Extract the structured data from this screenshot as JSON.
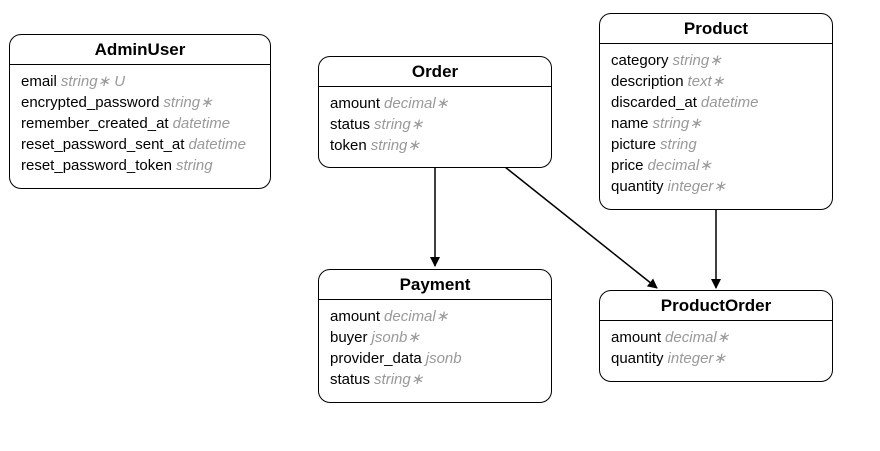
{
  "colors": {
    "line": "#000000",
    "type_text": "#999999",
    "background": "#ffffff"
  },
  "entities": {
    "adminuser": {
      "name": "AdminUser",
      "attributes": [
        {
          "name": "email",
          "type": "string∗ U"
        },
        {
          "name": "encrypted_password",
          "type": "string∗"
        },
        {
          "name": "remember_created_at",
          "type": "datetime"
        },
        {
          "name": "reset_password_sent_at",
          "type": "datetime"
        },
        {
          "name": "reset_password_token",
          "type": "string"
        }
      ]
    },
    "order": {
      "name": "Order",
      "attributes": [
        {
          "name": "amount",
          "type": "decimal∗"
        },
        {
          "name": "status",
          "type": "string∗"
        },
        {
          "name": "token",
          "type": "string∗"
        }
      ]
    },
    "product": {
      "name": "Product",
      "attributes": [
        {
          "name": "category",
          "type": "string∗"
        },
        {
          "name": "description",
          "type": "text∗"
        },
        {
          "name": "discarded_at",
          "type": "datetime"
        },
        {
          "name": "name",
          "type": "string∗"
        },
        {
          "name": "picture",
          "type": "string"
        },
        {
          "name": "price",
          "type": "decimal∗"
        },
        {
          "name": "quantity",
          "type": "integer∗"
        }
      ]
    },
    "payment": {
      "name": "Payment",
      "attributes": [
        {
          "name": "amount",
          "type": "decimal∗"
        },
        {
          "name": "buyer",
          "type": "jsonb∗"
        },
        {
          "name": "provider_data",
          "type": "jsonb"
        },
        {
          "name": "status",
          "type": "string∗"
        }
      ]
    },
    "productorder": {
      "name": "ProductOrder",
      "attributes": [
        {
          "name": "amount",
          "type": "decimal∗"
        },
        {
          "name": "quantity",
          "type": "integer∗"
        }
      ]
    }
  },
  "relationships": [
    {
      "from": "Order",
      "to": "Payment"
    },
    {
      "from": "Order",
      "to": "ProductOrder"
    },
    {
      "from": "Product",
      "to": "ProductOrder"
    }
  ]
}
